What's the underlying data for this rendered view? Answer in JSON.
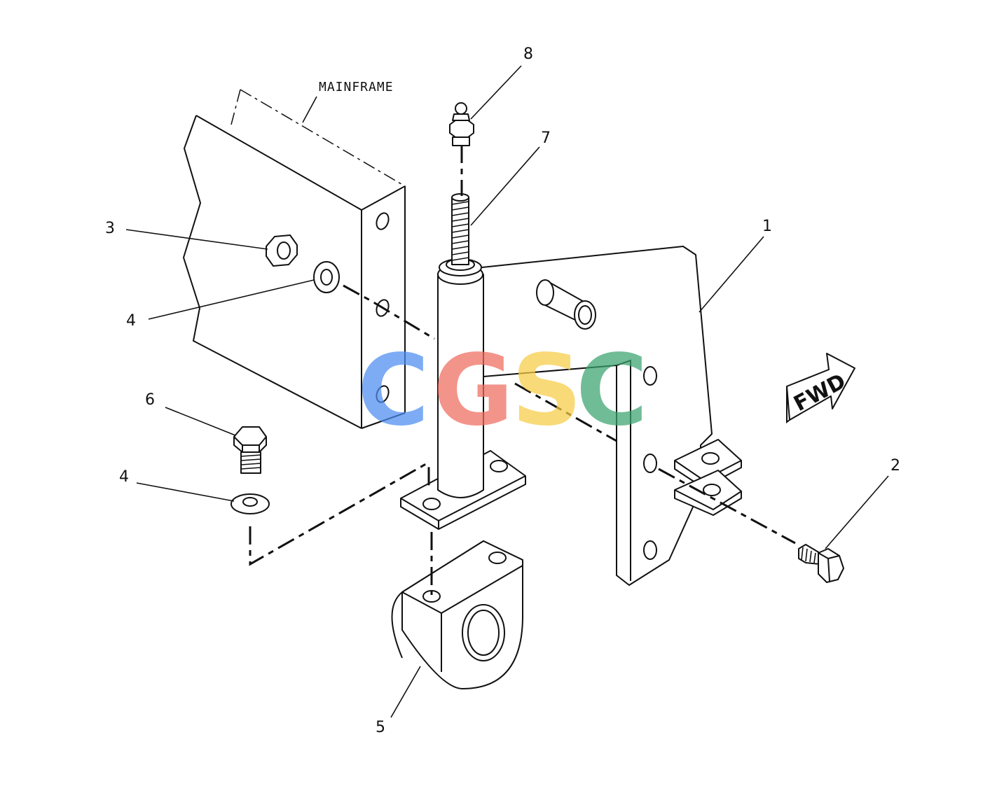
{
  "diagram": {
    "frame_label": "MAINFRAME",
    "direction_label": "FWD",
    "callouts": [
      {
        "id": "1",
        "label": "1"
      },
      {
        "id": "2",
        "label": "2"
      },
      {
        "id": "3",
        "label": "3"
      },
      {
        "id": "4a",
        "label": "4"
      },
      {
        "id": "4b",
        "label": "4"
      },
      {
        "id": "5",
        "label": "5"
      },
      {
        "id": "6",
        "label": "6"
      },
      {
        "id": "7",
        "label": "7"
      },
      {
        "id": "8",
        "label": "8"
      }
    ]
  },
  "watermark": {
    "letters": [
      "C",
      "G",
      "S",
      "C"
    ],
    "colors": [
      "#4c8df0",
      "#ef6b5e",
      "#f7cd45",
      "#3aa36e"
    ]
  }
}
